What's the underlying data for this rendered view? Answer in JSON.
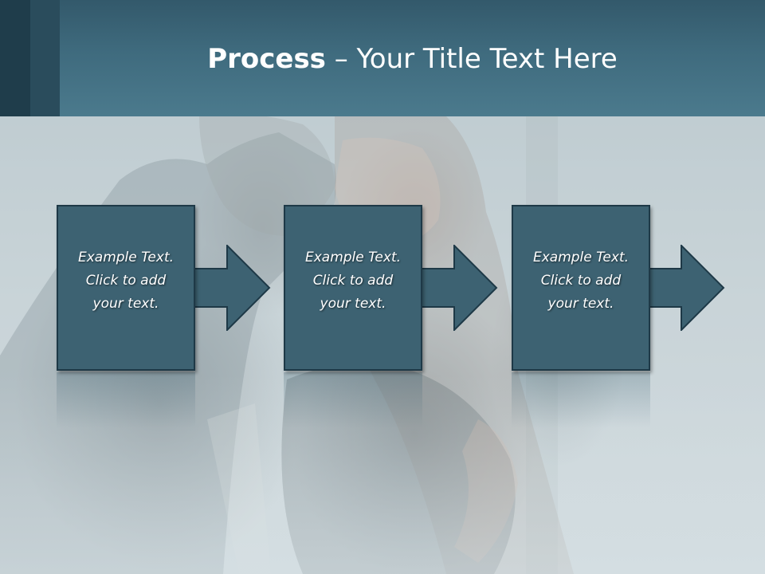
{
  "slide": {
    "title_bold": "Process",
    "title_rest": " – Your Title Text Here"
  },
  "steps": [
    {
      "line1": "Example Text.",
      "line2": "Click  to add",
      "line3": "your text."
    },
    {
      "line1": "Example Text.",
      "line2": "Click  to add",
      "line3": "your text."
    },
    {
      "line1": "Example Text.",
      "line2": "Click  to add",
      "line3": "your text."
    }
  ],
  "colors": {
    "header": "#3f6b7e",
    "box_fill": "#3d6272",
    "box_border": "#1e3947",
    "text": "#ffffff"
  },
  "icons": [
    "arrow-right-icon"
  ]
}
